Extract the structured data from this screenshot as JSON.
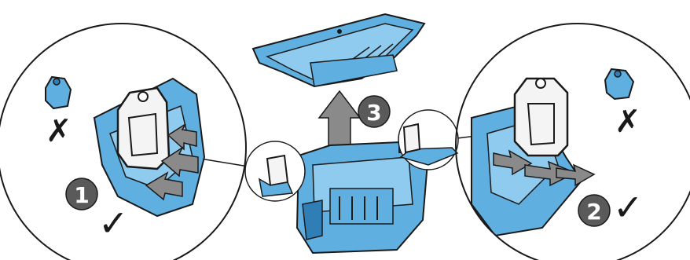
{
  "steps": [
    {
      "number": "1",
      "mark": "✓"
    },
    {
      "number": "2",
      "mark": "✓"
    },
    {
      "number": "3"
    }
  ],
  "wrong_marks": [
    "✗",
    "✗"
  ],
  "colors": {
    "part_blue": "#5fb0e0",
    "part_blue_dark": "#2f7fb6",
    "line": "#1a1a1a",
    "badge": "#5a5a5a",
    "arrow_gray": "#8a8a8a",
    "latch_white": "#f4f4f4"
  },
  "icons": [
    "latch-icon",
    "check-icon",
    "cross-icon",
    "up-arrow-icon",
    "pull-arrow-icon"
  ]
}
